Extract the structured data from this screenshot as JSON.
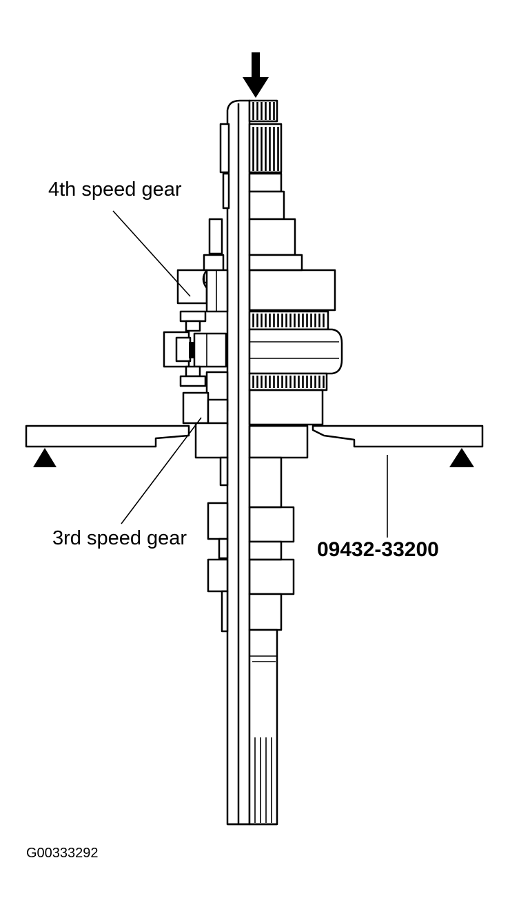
{
  "labels": {
    "fourth_gear": "4th speed gear",
    "third_gear": "3rd speed gear",
    "tool_number": "09432-33200",
    "figure_id": "G00333292"
  }
}
